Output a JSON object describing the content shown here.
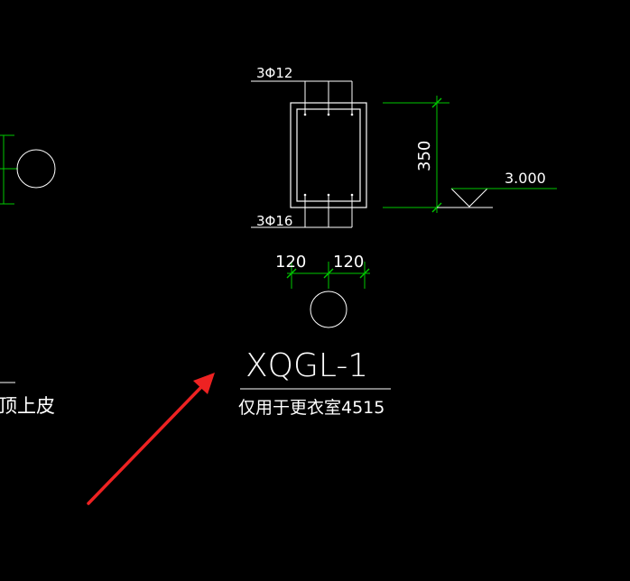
{
  "drawing": {
    "top_rebar": "3Φ12",
    "bottom_rebar": "3Φ16",
    "height_dim": "350",
    "elevation": "3.000",
    "width_dim_left": "120",
    "width_dim_right": "120",
    "beam_name": "XQGL-1",
    "beam_note": "仅用于更衣室4515",
    "left_note": "顶上皮"
  },
  "colors": {
    "background": "#000000",
    "linework": "#ffffff",
    "dimension": "#00c800",
    "arrow": "#ee2222"
  }
}
